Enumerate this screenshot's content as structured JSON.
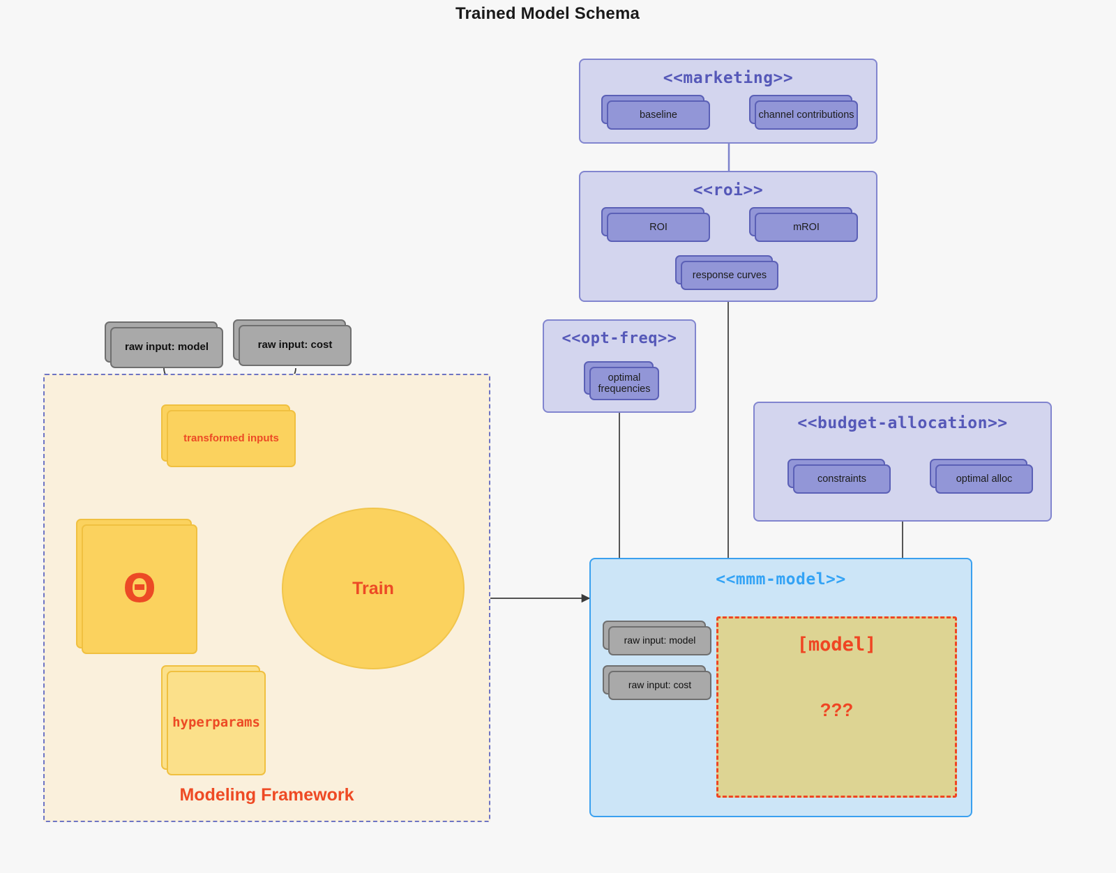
{
  "title": "Trained Model Schema",
  "colors": {
    "background": "#f7f7f7",
    "package_fill": "#d3d5ee",
    "package_stroke": "#8185cf",
    "package_label": "#5558b8",
    "node_purple_fill": "#9296d7",
    "node_purple_stroke": "#5b60b6",
    "node_grey_fill": "#a9a9a9",
    "node_grey_stroke": "#6f6f6f",
    "node_yellow_fill": "#fbd25e",
    "node_yellow_stroke": "#f0c040",
    "accent_red": "#ec4a25",
    "mmm_fill": "#cce5f7",
    "mmm_stroke": "#3aa0ef",
    "mmm_label": "#34a3f5",
    "framework_fill": "#faf0dc",
    "framework_stroke": "#6d74c4",
    "placeholder_fill": "#ddd493",
    "placeholder_stroke": "#ef4523"
  },
  "packages": {
    "marketing": {
      "label": "<<marketing>>",
      "nodes": [
        {
          "label": "baseline"
        },
        {
          "label": "channel contributions"
        }
      ],
      "association": "bidirectional"
    },
    "roi": {
      "label": "<<roi>>",
      "nodes": [
        {
          "label": "ROI"
        },
        {
          "label": "mROI"
        },
        {
          "label": "response curves"
        }
      ],
      "association": "bidirectional"
    },
    "opt_freq": {
      "label": "<<opt-freq>>",
      "nodes": [
        {
          "label": "optimal frequencies"
        }
      ]
    },
    "budget_allocation": {
      "label": "<<budget-allocation>>",
      "nodes": [
        {
          "label": "constraints"
        },
        {
          "label": "optimal alloc"
        }
      ],
      "association": "bidirectional"
    },
    "mmm_model": {
      "label": "<<mmm-model>>",
      "nodes": [
        {
          "label": "raw input: model"
        },
        {
          "label": "raw input: cost"
        }
      ],
      "placeholder": {
        "title": "[model]",
        "unknown": "???"
      }
    }
  },
  "framework": {
    "label": "Modeling Framework",
    "raw_inputs": [
      {
        "label": "raw input: model"
      },
      {
        "label": "raw input: cost"
      }
    ],
    "transformed_inputs": {
      "label": "transformed inputs"
    },
    "theta": {
      "label": "Θ"
    },
    "hyperparams": {
      "label": "hyperparams"
    },
    "train": {
      "label": "Train"
    }
  }
}
